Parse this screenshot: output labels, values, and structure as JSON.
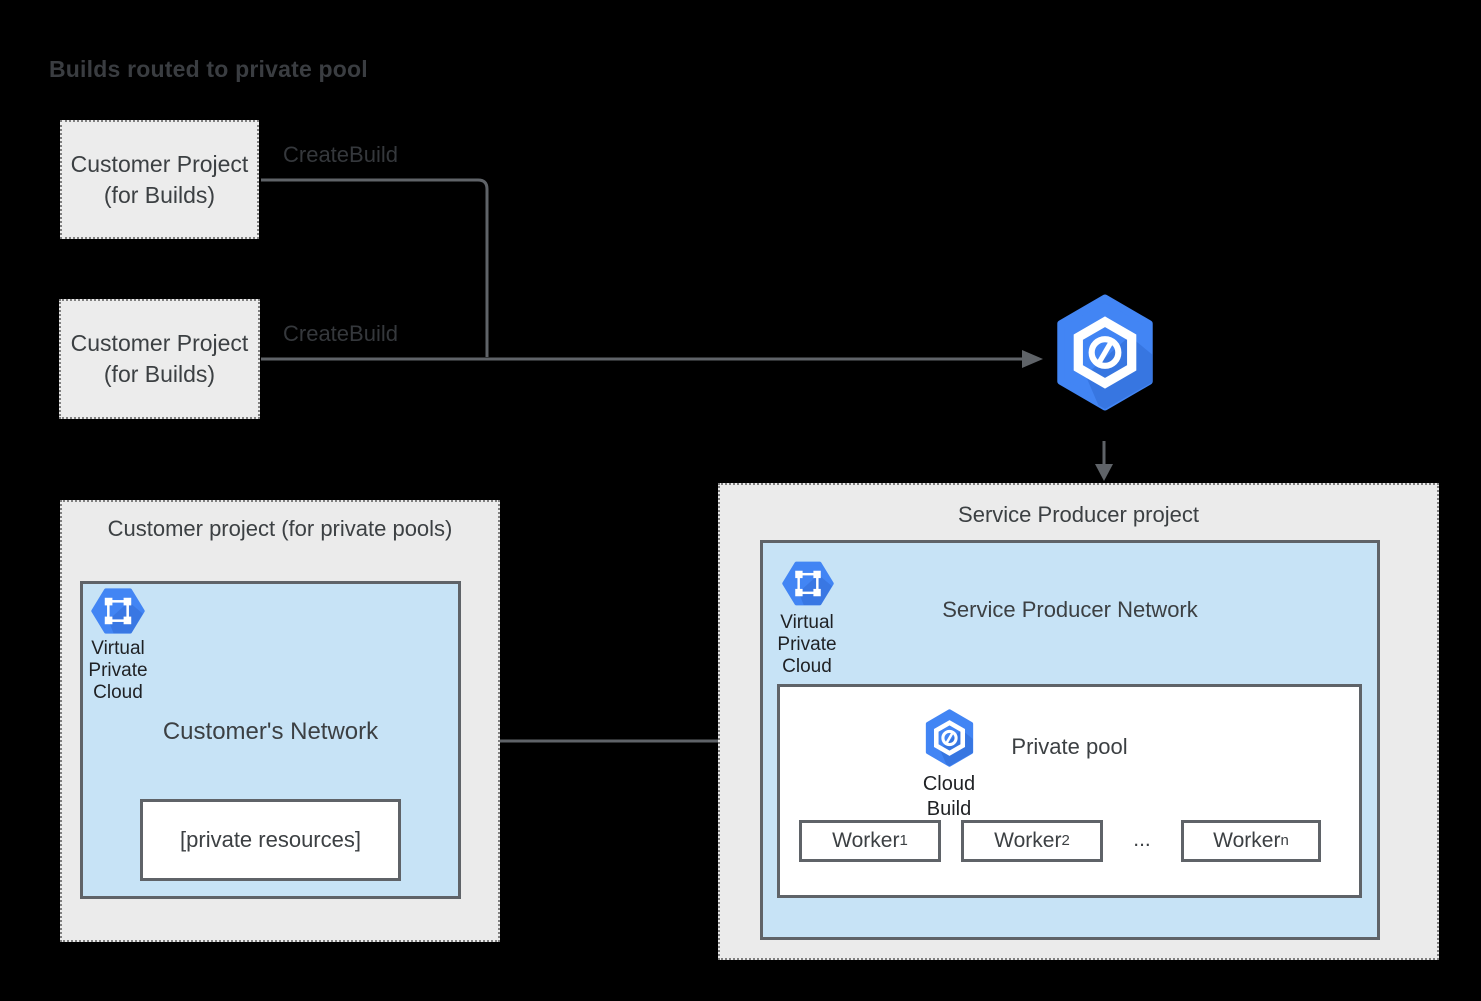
{
  "diagram_title": "Builds routed to private pool",
  "colors": {
    "background": "#000000",
    "project_fill": "#ebebeb",
    "network_fill": "#c7e3f6",
    "box_border": "#5f6368",
    "connector": "#5f6368",
    "icon_blue": "#4285f4",
    "icon_blue_shadow": "#3367d6",
    "text_dark": "#3c4043"
  },
  "build_projects": [
    {
      "line1": "Customer Project",
      "line2": "(for Builds)",
      "arrow_label": "CreateBuild"
    },
    {
      "line1": "Customer Project",
      "line2": "(for Builds)",
      "arrow_label": "CreateBuild"
    }
  ],
  "customer_project": {
    "title": "Customer project (for private pools)",
    "network_title": "Customer's Network",
    "vpc_caption": {
      "line1": "Virtual",
      "line2": "Private",
      "line3": "Cloud"
    },
    "resources_label": "[private resources]"
  },
  "service_producer_project": {
    "title": "Service Producer project",
    "network_title": "Service Producer Network",
    "vpc_caption": {
      "line1": "Virtual",
      "line2": "Private",
      "line3": "Cloud"
    },
    "pool": {
      "title": "Private pool",
      "icon_caption": {
        "line1": "Cloud",
        "line2": "Build"
      },
      "workers": [
        {
          "base": "Worker",
          "sub": "1"
        },
        {
          "base": "Worker",
          "sub": "2"
        },
        {
          "base": "Worker",
          "sub": "n"
        }
      ],
      "ellipsis": "..."
    }
  }
}
